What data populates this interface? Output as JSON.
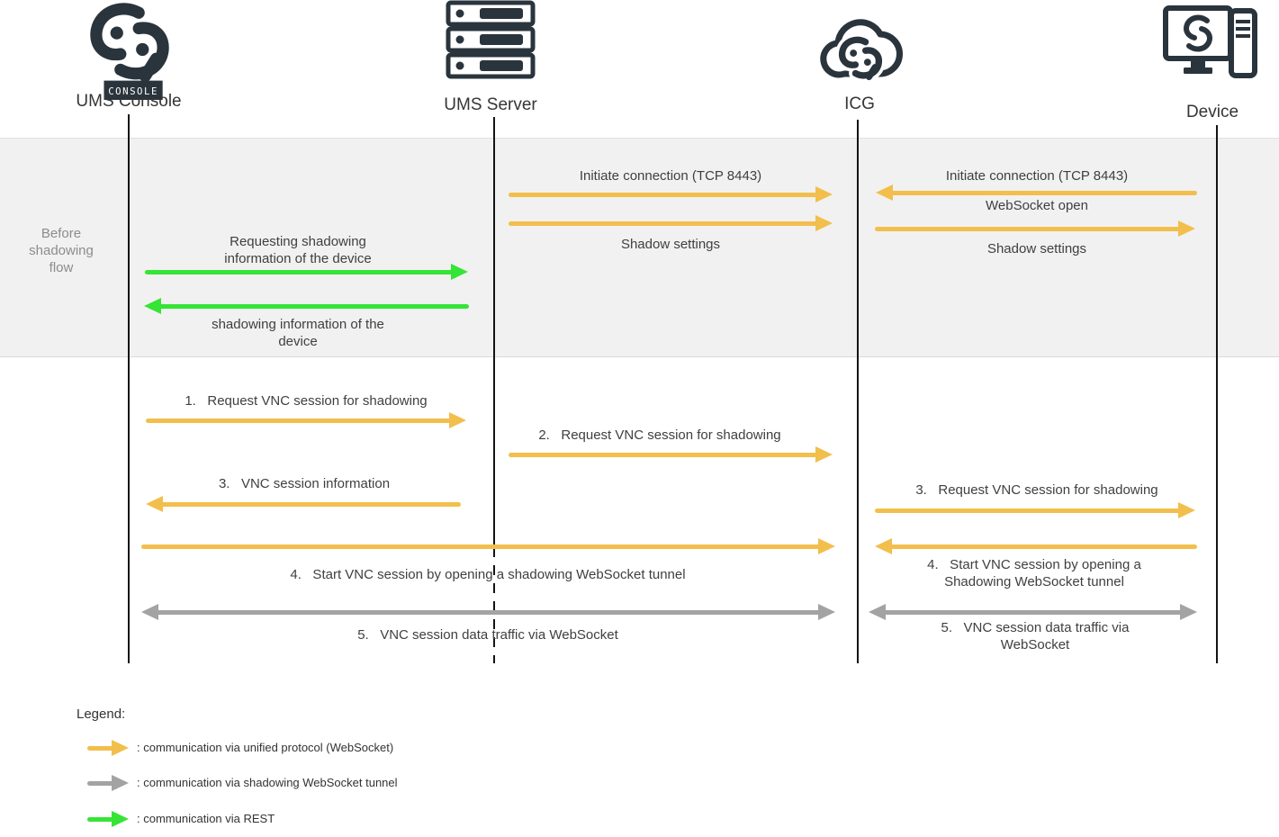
{
  "actors": [
    {
      "name": "UMS Console",
      "icon": "igel-console-icon",
      "badge": "CONSOLE"
    },
    {
      "name": "UMS Server",
      "icon": "server-rack-icon"
    },
    {
      "name": "ICG",
      "icon": "icg-cloud-icon"
    },
    {
      "name": "Device",
      "icon": "device-icon"
    }
  ],
  "phase": {
    "label": "Before shadowing flow"
  },
  "messages": {
    "init_ums_icg": {
      "label": "Initiate connection (TCP 8443)",
      "from": "UMS Server",
      "to": "ICG",
      "protocol": "unified"
    },
    "shadow_settings_ums": {
      "label": "Shadow settings",
      "from": "UMS Server",
      "to": "ICG",
      "protocol": "unified"
    },
    "init_device_icg": {
      "label": "Initiate connection (TCP 8443)",
      "from": "Device",
      "to": "ICG",
      "protocol": "unified"
    },
    "websocket_open": {
      "label": "WebSocket open",
      "from": "Device",
      "to": "ICG",
      "protocol": "unified"
    },
    "shadow_settings_device": {
      "label": "Shadow settings",
      "from": "ICG",
      "to": "Device",
      "protocol": "unified"
    },
    "request_shadow_info": {
      "label": "Requesting shadowing information of the device",
      "from": "UMS Console",
      "to": "UMS Server",
      "protocol": "rest"
    },
    "shadow_info": {
      "label": "shadowing information of the device",
      "from": "UMS Server",
      "to": "UMS Console",
      "protocol": "rest"
    },
    "step1": {
      "label": "1.   Request VNC session for shadowing",
      "from": "UMS Console",
      "to": "UMS Server",
      "protocol": "unified"
    },
    "step2": {
      "label": "2.   Request VNC session for shadowing",
      "from": "UMS Server",
      "to": "ICG",
      "protocol": "unified"
    },
    "step3_left": {
      "label": "3.   VNC session information",
      "from": "UMS Server",
      "to": "UMS Console",
      "protocol": "unified"
    },
    "step3_right": {
      "label": "3.   Request VNC session for shadowing",
      "from": "ICG",
      "to": "Device",
      "protocol": "unified"
    },
    "step4_left": {
      "label": "4.   Start VNC session by opening a shadowing WebSocket tunnel",
      "from": "UMS Console",
      "to": "ICG",
      "protocol": "unified"
    },
    "step4_right": {
      "label": "4.   Start VNC session by opening a Shadowing WebSocket tunnel",
      "from": "Device",
      "to": "ICG",
      "protocol": "unified"
    },
    "step5_left": {
      "label": "5.   VNC session data traffic via WebSocket",
      "from": "UMS Console",
      "to": "ICG",
      "protocol": "tunnel",
      "bidirectional": true
    },
    "step5_right": {
      "label": "5.   VNC session data traffic via WebSocket",
      "from": "ICG",
      "to": "Device",
      "protocol": "tunnel",
      "bidirectional": true
    }
  },
  "legend": {
    "title": "Legend:",
    "items": [
      {
        "label": ": communication via unified protocol (WebSocket)",
        "protocol": "unified",
        "color": "#F2BF4D"
      },
      {
        "label": ": communication via shadowing WebSocket tunnel",
        "protocol": "tunnel",
        "color": "#A3A3A3"
      },
      {
        "label": ": communication via REST",
        "protocol": "rest",
        "color": "#36E436"
      }
    ]
  },
  "colors": {
    "unified": "#F2BF4D",
    "tunnel": "#A3A3A3",
    "rest": "#36E436",
    "icon": "#2A343C",
    "phase_background": "#F1F1F1",
    "lifeline": "#141414",
    "text": "#3F3F3F",
    "muted_text": "#8C8C8C"
  }
}
